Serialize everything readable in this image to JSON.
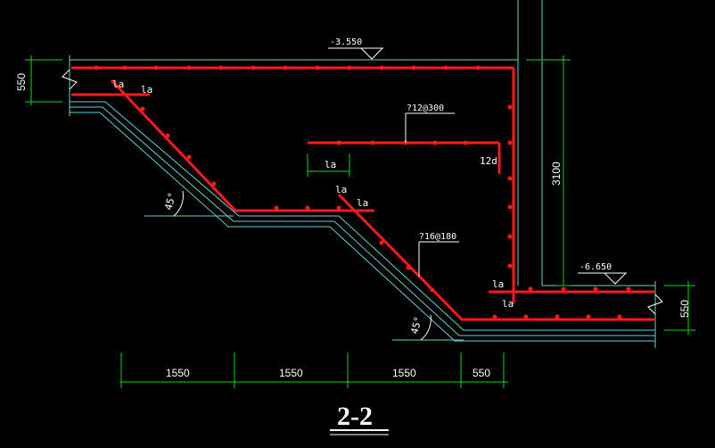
{
  "title": "2-2",
  "colors": {
    "background": "#000000",
    "concrete": "#5fd3d3",
    "rebar": "#ff1a1a",
    "dimension": "#00e000",
    "text": "#ffffff"
  },
  "elevations": {
    "top": "-3.550",
    "bottom": "-6.650"
  },
  "rebar_labels": {
    "upper_distribution": "?12@300",
    "slope_main": "?16@180",
    "hook_length": "12d"
  },
  "anchorage": {
    "la": "la"
  },
  "angles": {
    "upper_slope": "45°",
    "lower_slope": "45°"
  },
  "dimensions": {
    "left_thickness": "550",
    "right_thickness": "550",
    "wall_height": "3100",
    "bottom": [
      "1550",
      "1550",
      "1550",
      "550"
    ]
  }
}
